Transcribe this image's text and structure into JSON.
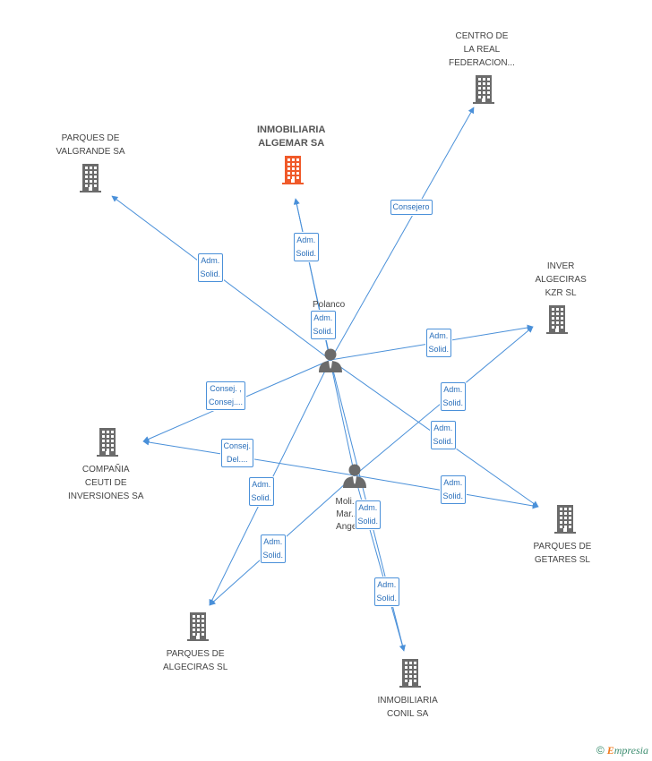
{
  "colors": {
    "edge": "#4a90d9",
    "company": "#6b6b6b",
    "main_company": "#f05a2a",
    "person": "#6b6b6b"
  },
  "companies": [
    {
      "id": "algemar",
      "lines": [
        "INMOBILIARIA",
        "ALGEMAR SA"
      ],
      "main": true
    },
    {
      "id": "centro",
      "lines": [
        "CENTRO DE",
        "LA REAL",
        "FEDERACION..."
      ]
    },
    {
      "id": "valgrande",
      "lines": [
        "PARQUES DE",
        "VALGRANDE SA"
      ]
    },
    {
      "id": "inver",
      "lines": [
        "INVER",
        "ALGECIRAS",
        "KZR SL"
      ]
    },
    {
      "id": "ceuti",
      "lines": [
        "COMPAÑIA",
        "CEUTI DE",
        "INVERSIONES SA"
      ]
    },
    {
      "id": "getares",
      "lines": [
        "PARQUES DE",
        "GETARES SL"
      ]
    },
    {
      "id": "algeciras",
      "lines": [
        "PARQUES DE",
        "ALGECIRAS SL"
      ]
    },
    {
      "id": "conil",
      "lines": [
        "INMOBILIARIA",
        "CONIL SA"
      ]
    }
  ],
  "persons": [
    {
      "id": "p1",
      "lines": [
        "Polanco",
        "...o"
      ]
    },
    {
      "id": "p2",
      "lines": [
        "Moli...",
        "Mar...",
        "Angel"
      ]
    }
  ],
  "edges": [
    {
      "from": "p1",
      "to": "valgrande",
      "label": [
        "Adm.",
        "Solid."
      ]
    },
    {
      "from": "p1",
      "to": "algemar",
      "label": [
        "Adm.",
        "Solid."
      ]
    },
    {
      "from": "p1",
      "to": "centro",
      "label": [
        "Consejero"
      ]
    },
    {
      "from": "p1",
      "to": "inver",
      "label": [
        "Adm.",
        "Solid."
      ]
    },
    {
      "from": "p1",
      "to": "ceuti",
      "label": [
        "Consej. ,",
        "Consej...."
      ]
    },
    {
      "from": "p1",
      "to": "getares",
      "label": [
        "Adm.",
        "Solid."
      ]
    },
    {
      "from": "p1",
      "to": "algeciras",
      "label": [
        "Adm.",
        "Solid."
      ]
    },
    {
      "from": "p1",
      "to": "conil",
      "label": [
        "Adm.",
        "Solid."
      ]
    },
    {
      "from": "p2",
      "to": "algemar",
      "label": [
        "Adm.",
        "Solid."
      ]
    },
    {
      "from": "p2",
      "to": "inver",
      "label": [
        "Adm.",
        "Solid."
      ]
    },
    {
      "from": "p2",
      "to": "ceuti",
      "label": [
        "Consej.",
        "Del...."
      ]
    },
    {
      "from": "p2",
      "to": "getares",
      "label": [
        "Adm.",
        "Solid."
      ]
    },
    {
      "from": "p2",
      "to": "algeciras",
      "label": [
        "Adm.",
        "Solid."
      ]
    },
    {
      "from": "p2",
      "to": "conil",
      "label": [
        "Adm.",
        "Solid."
      ]
    }
  ],
  "footer": {
    "copyright": "©",
    "brand_initial": "E",
    "brand_rest": "mpresia"
  }
}
